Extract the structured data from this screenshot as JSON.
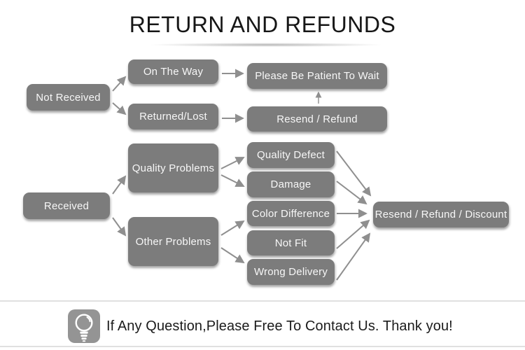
{
  "title": "RETURN AND REFUNDS",
  "colors": {
    "node_fill": "#7c7c7c",
    "node_text": "#f7f7f7",
    "arrow": "#8f8f8f",
    "title_text": "#161616",
    "divider": "#e0e0e0",
    "background": "#ffffff",
    "icon_fill": "#949494"
  },
  "flowchart": {
    "nodes": {
      "not_received": "Not Received",
      "on_the_way": "On The Way",
      "please_wait": "Please Be Patient To Wait",
      "returned_lost": "Returned/Lost",
      "resend_refund": "Resend / Refund",
      "received": "Received",
      "quality_problems": "Quality Problems",
      "other_problems": "Other Problems",
      "quality_defect": "Quality Defect",
      "damage": "Damage",
      "color_difference": "Color Difference",
      "not_fit": "Not Fit",
      "wrong_delivery": "Wrong Delivery",
      "resend_refund_discount": "Resend / Refund / Discount"
    },
    "edges": [
      {
        "from": "not_received",
        "to": "on_the_way"
      },
      {
        "from": "not_received",
        "to": "returned_lost"
      },
      {
        "from": "on_the_way",
        "to": "please_wait"
      },
      {
        "from": "returned_lost",
        "to": "resend_refund"
      },
      {
        "from": "resend_refund",
        "to": "please_wait"
      },
      {
        "from": "received",
        "to": "quality_problems"
      },
      {
        "from": "received",
        "to": "other_problems"
      },
      {
        "from": "quality_problems",
        "to": "quality_defect"
      },
      {
        "from": "quality_problems",
        "to": "damage"
      },
      {
        "from": "other_problems",
        "to": "color_difference"
      },
      {
        "from": "other_problems",
        "to": "wrong_delivery"
      },
      {
        "from": "quality_defect",
        "to": "resend_refund_discount"
      },
      {
        "from": "damage",
        "to": "resend_refund_discount"
      },
      {
        "from": "color_difference",
        "to": "resend_refund_discount"
      },
      {
        "from": "not_fit",
        "to": "resend_refund_discount"
      },
      {
        "from": "wrong_delivery",
        "to": "resend_refund_discount"
      }
    ]
  },
  "footer": {
    "icon": "light-bulb-icon",
    "message": "If Any Question,Please Free To Contact Us. Thank you!"
  }
}
